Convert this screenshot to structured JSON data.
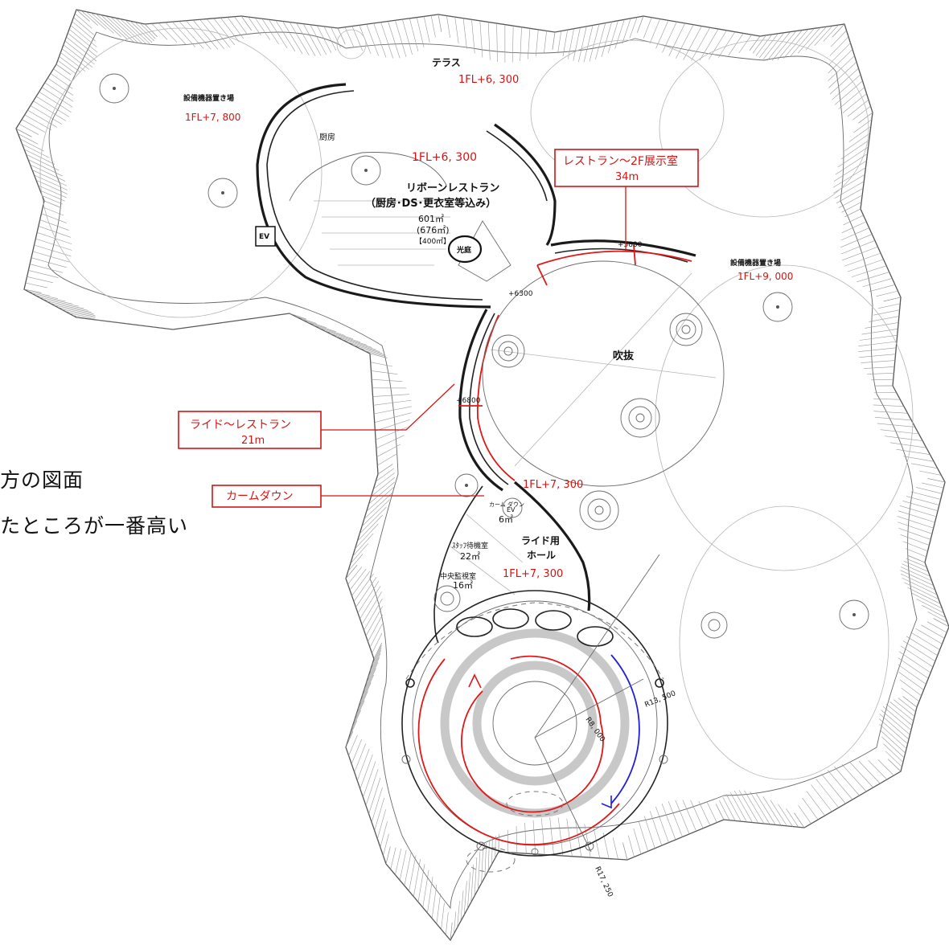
{
  "rooms": {
    "terrace": "テラス",
    "terrace_level": "1FL+6, 300",
    "equipment_west": "設備機器置き場",
    "equipment_west_level": "1FL+7, 800",
    "kitchen": "厨房",
    "restaurant_level": "1FL+6, 300",
    "restaurant_name": "リボーンレストラン",
    "restaurant_sub": "（厨房･DS･更衣室等込み）",
    "restaurant_area": "601㎡",
    "restaurant_area2": "(676㎡)",
    "restaurant_area3": "【400㎡】",
    "ev": "EV",
    "courtyard": "光庭",
    "equipment_east": "設備機器置き場",
    "equipment_east_level": "1FL+9, 000",
    "atrium": "吹抜",
    "atrium_level": "1FL+7, 300",
    "calmdown_room": "カーム\nダウン",
    "calmdown_area": "6㎡",
    "staff_room": "ｽﾀｯﾌ待機室",
    "staff_area": "22㎡",
    "monitor_room": "中央監視室",
    "monitor_area": "16㎡",
    "ev2": "EV",
    "ride_hall": "ライド用",
    "ride_hall2": "ホール",
    "ride_hall_level": "1FL+7, 300"
  },
  "levels": {
    "p5800": "+5800",
    "p6300": "+6300",
    "p6800": "+6800"
  },
  "radii": {
    "r13": "R13, 500",
    "r8": "R8, 000",
    "r17": "R17, 250"
  },
  "callouts": {
    "restaurant_to_2f": "レストラン～2F展示室",
    "restaurant_to_2f_len": "34m",
    "ride_to_restaurant": "ライド～レストラン",
    "ride_to_restaurant_len": "21m",
    "calm_down": "カームダウン"
  },
  "notes": {
    "line1": "方の図面",
    "line2": "たところが一番高い"
  },
  "colors": {
    "route_red": "#e01818",
    "route_blue": "#1f1fd8",
    "label_red": "#d41414"
  }
}
